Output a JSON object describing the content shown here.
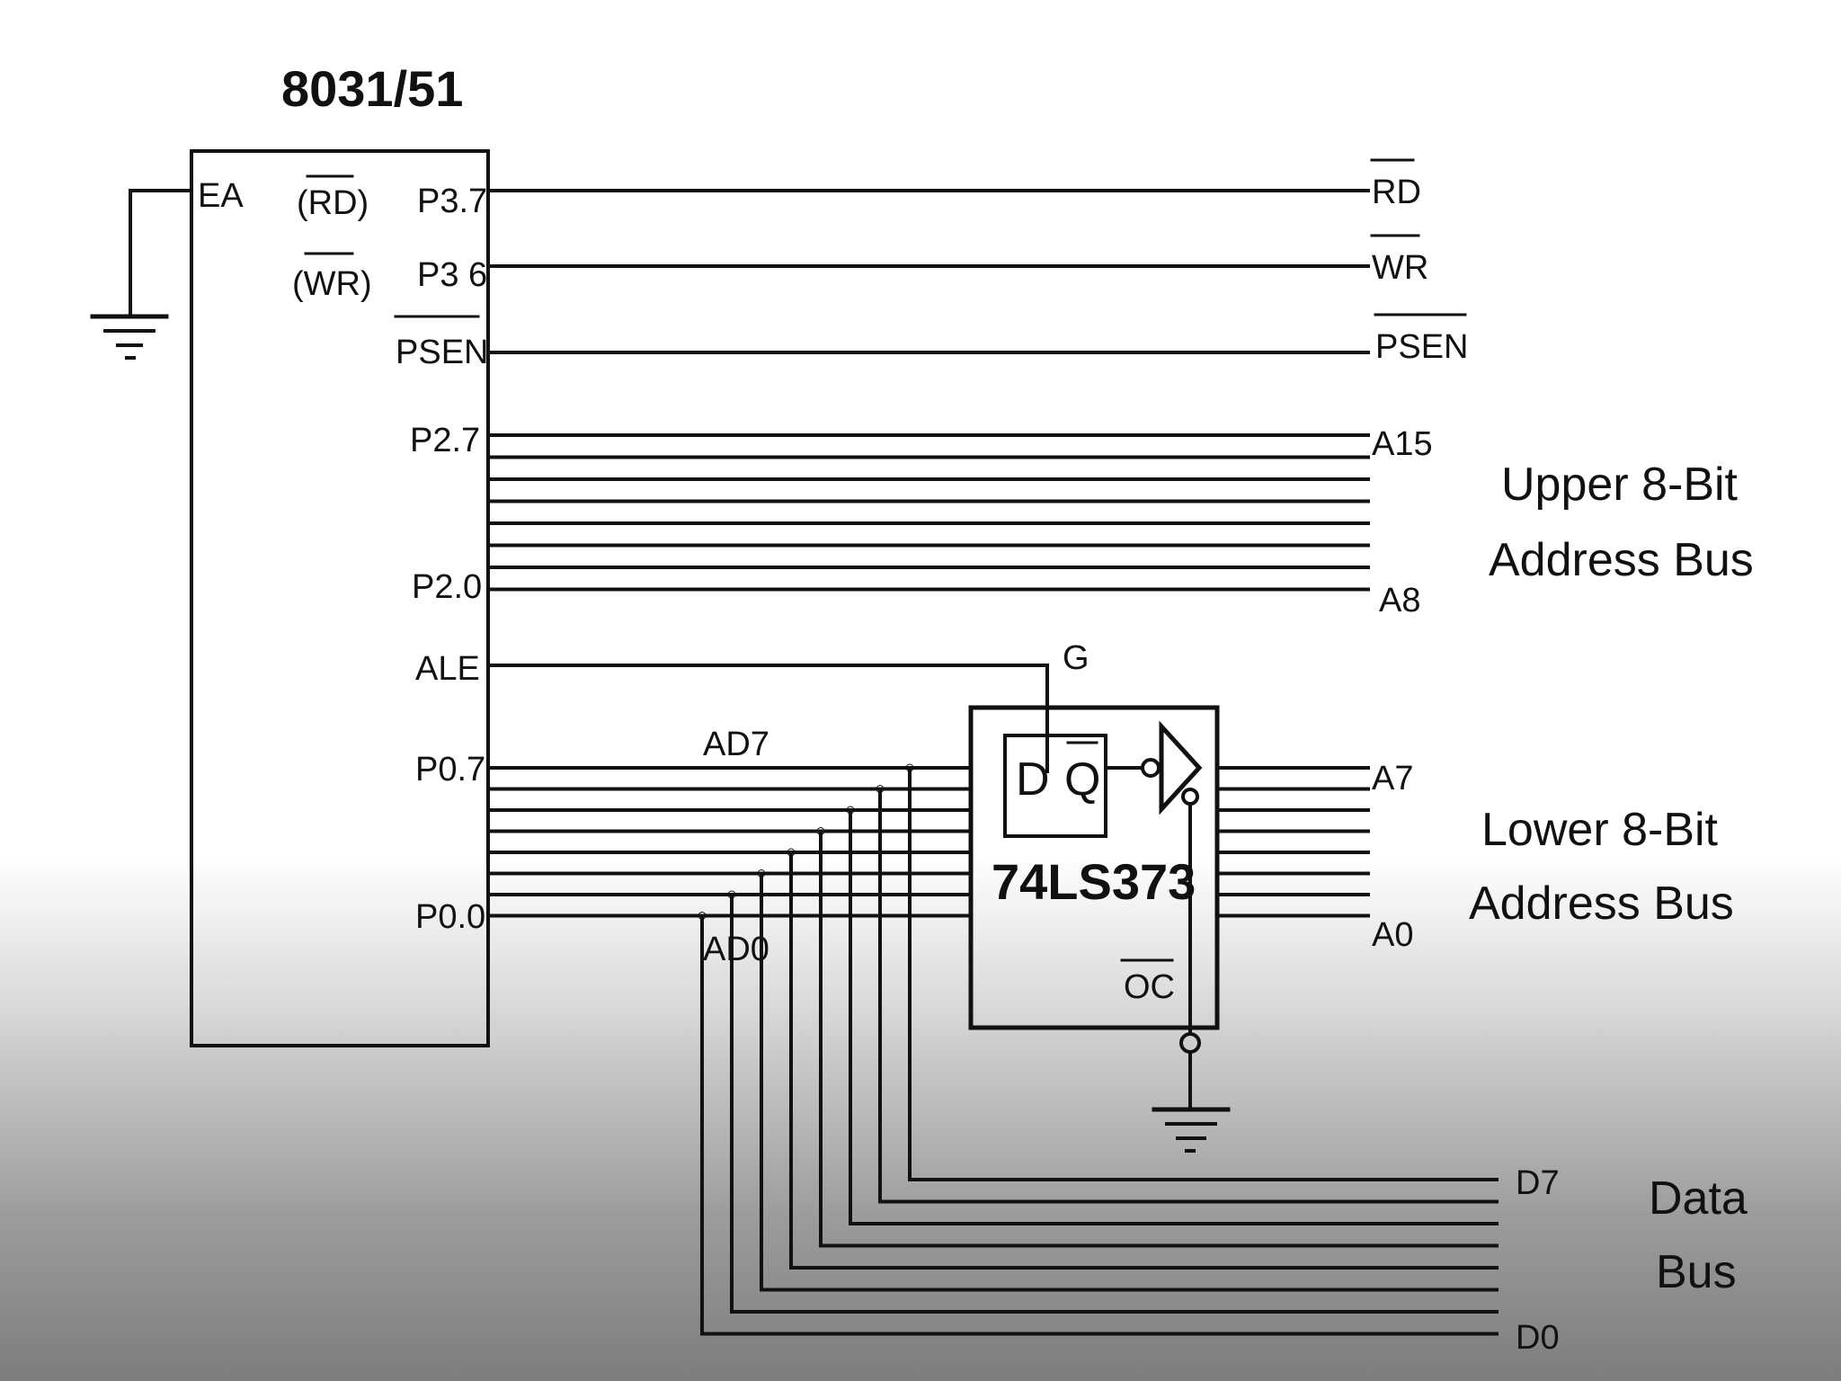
{
  "diagram": {
    "mcu": {
      "title": "8031/51",
      "pins": {
        "ea": "EA",
        "rd_alt": "(RD)",
        "wr_alt": "(WR)",
        "p37": "P3.7",
        "p36": "P3 6",
        "psen": "PSEN",
        "p27": "P2.7",
        "p20": "P2.0",
        "ale": "ALE",
        "p07": "P0.7",
        "p00": "P0.0"
      }
    },
    "control_signals": {
      "rd": "RD",
      "wr": "WR",
      "psen": "PSEN"
    },
    "upper_address": {
      "top": "A15",
      "bottom": "A8",
      "label_line1": "Upper 8-Bit",
      "label_line2": "Address Bus"
    },
    "multiplexed_bus": {
      "top": "AD7",
      "bottom": "AD0"
    },
    "latch": {
      "name": "74LS373",
      "d": "D",
      "q": "Q",
      "g": "G",
      "oc": "OC"
    },
    "lower_address": {
      "top": "A7",
      "bottom": "A0",
      "label_line1": "Lower 8-Bit",
      "label_line2": "Address Bus"
    },
    "data_bus": {
      "top": "D7",
      "bottom": "D0",
      "label_line1": "Data",
      "label_line2": "Bus"
    }
  }
}
